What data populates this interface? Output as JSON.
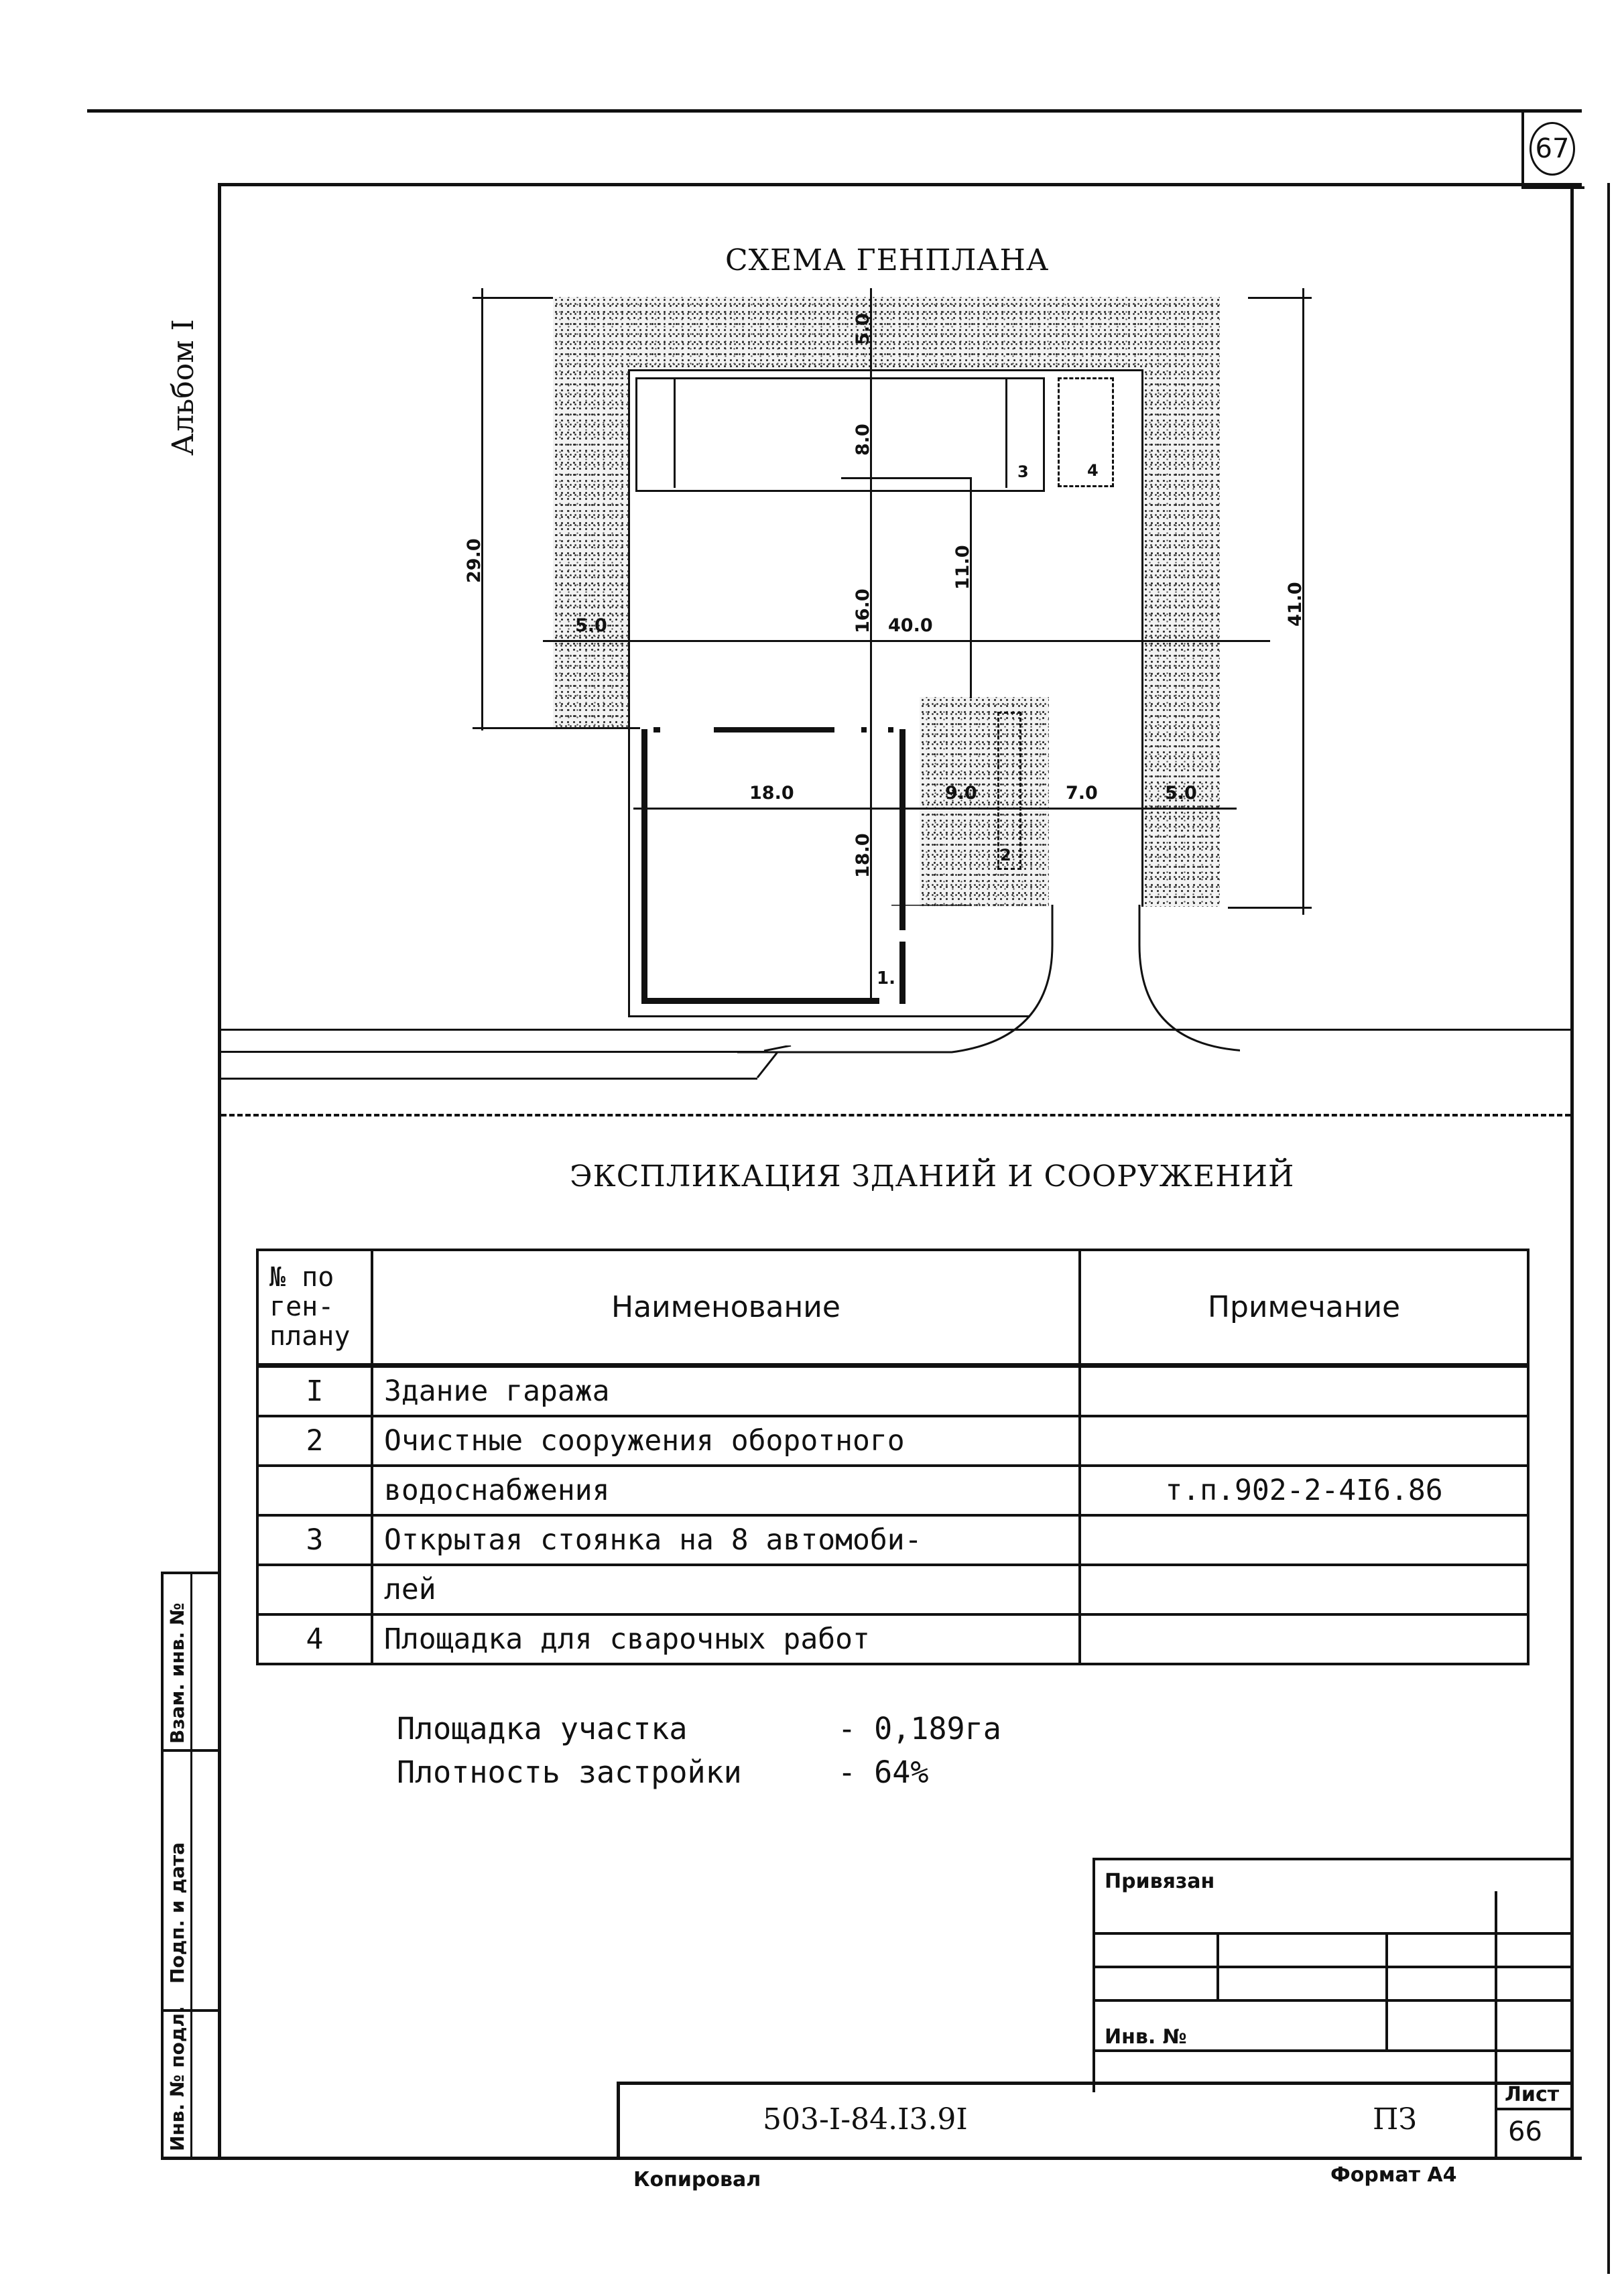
{
  "page": {
    "sheet_circle": "67",
    "album_label": "Альбом I"
  },
  "scheme": {
    "title": "СХЕМА ГЕНПЛАНА",
    "dims": {
      "d50_top": "5.0",
      "d80": "8.0",
      "d160": "16.0",
      "d110": "11.0",
      "d290": "29.0",
      "d410": "41.0",
      "d50_left": "5.0",
      "d400": "40.0",
      "d180_h": "18.0",
      "d90": "9.0",
      "d70": "7.0",
      "d50_right": "5.0",
      "d180_v": "18.0"
    },
    "markers": {
      "m1": "1.",
      "m2": "2",
      "m3": "3",
      "m4": "4"
    }
  },
  "explication": {
    "title": "ЭКСПЛИКАЦИЯ ЗДАНИЙ И СООРУЖЕНИЙ",
    "headers": {
      "num": "№ по ген- плану",
      "name": "Наименование",
      "note": "Примечание"
    },
    "rows": [
      {
        "num": "I",
        "name": "Здание гаража",
        "note": ""
      },
      {
        "num": "2",
        "name": "Очистные сооружения оборотного",
        "note": ""
      },
      {
        "num": "",
        "name": "водоснабжения",
        "note": "т.п.902-2-4I6.86"
      },
      {
        "num": "3",
        "name": "Открытая стоянка на 8 автомоби-",
        "note": ""
      },
      {
        "num": "",
        "name": "лей",
        "note": ""
      },
      {
        "num": "4",
        "name": "Площадка для сварочных работ",
        "note": ""
      }
    ]
  },
  "summary": {
    "area_label": "Площадка участка",
    "area_value": "- 0,189га",
    "density_label": "Плотность застройки",
    "density_value": "- 64%"
  },
  "side_stamp": {
    "vzam": "Взам. инв. №",
    "podp": "Подп. и дата",
    "inv": "Инв. № подл."
  },
  "title_block": {
    "privyazan": "Привязан",
    "inv_no": "Инв. №",
    "code": "503-I-84.I3.9I",
    "section": "ПЗ",
    "list_label": "Лист",
    "list_num": "66"
  },
  "footer": {
    "copied": "Копировал",
    "format": "Формат А4"
  }
}
